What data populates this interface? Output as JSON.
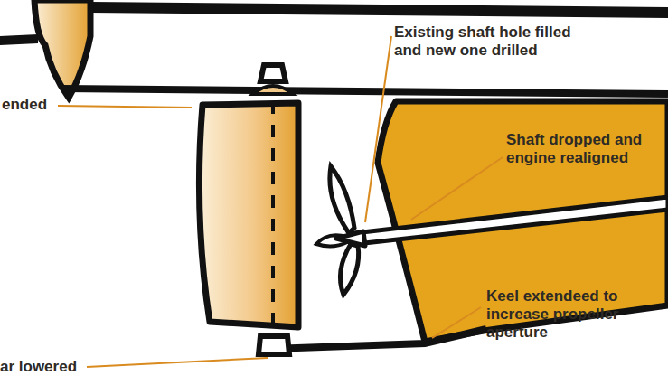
{
  "diagram": {
    "labels": [
      "Existing shaft hole filled and new one drilled",
      "Shaft dropped and engine realigned",
      "ended",
      "Keel extendeed to increase propeller aperture",
      "ar lowered"
    ]
  }
}
